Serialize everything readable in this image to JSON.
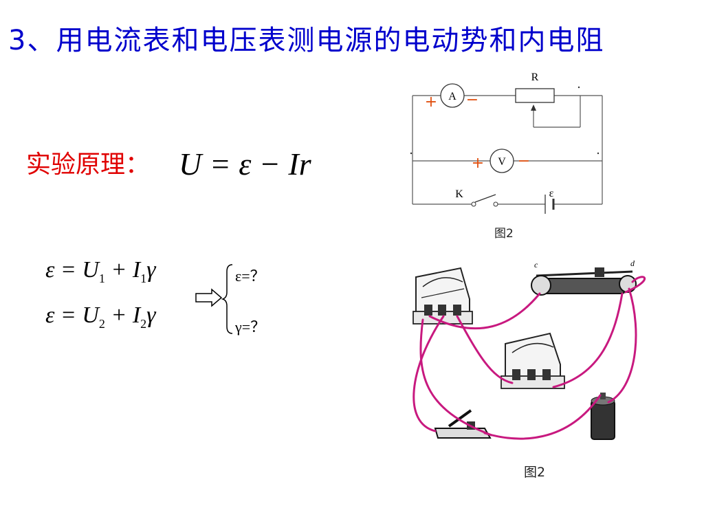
{
  "slide": {
    "title": "3、用电流表和电压表测电源的电动势和内电阻",
    "principle_label": "实验原理：",
    "principle_formula": "U = ε − Ir",
    "equations": [
      {
        "lhs": "ε = U",
        "sub1": "1",
        "mid": " + I",
        "sub2": "1",
        "rhs": "γ"
      },
      {
        "lhs": "ε = U",
        "sub1": "2",
        "mid": " + I",
        "sub2": "2",
        "rhs": "γ"
      }
    ],
    "results": [
      "ε=？",
      "γ=？"
    ]
  },
  "circuit": {
    "resistor_label": "R",
    "ammeter_label": "A",
    "voltmeter_label": "V",
    "switch_label": "K",
    "source_label": "ε",
    "plus": "+",
    "minus": "−",
    "caption": "图2"
  },
  "apparatus": {
    "caption": "图2",
    "rheostat_marks": [
      "c",
      "d"
    ],
    "wire_color": "#c8197f"
  }
}
